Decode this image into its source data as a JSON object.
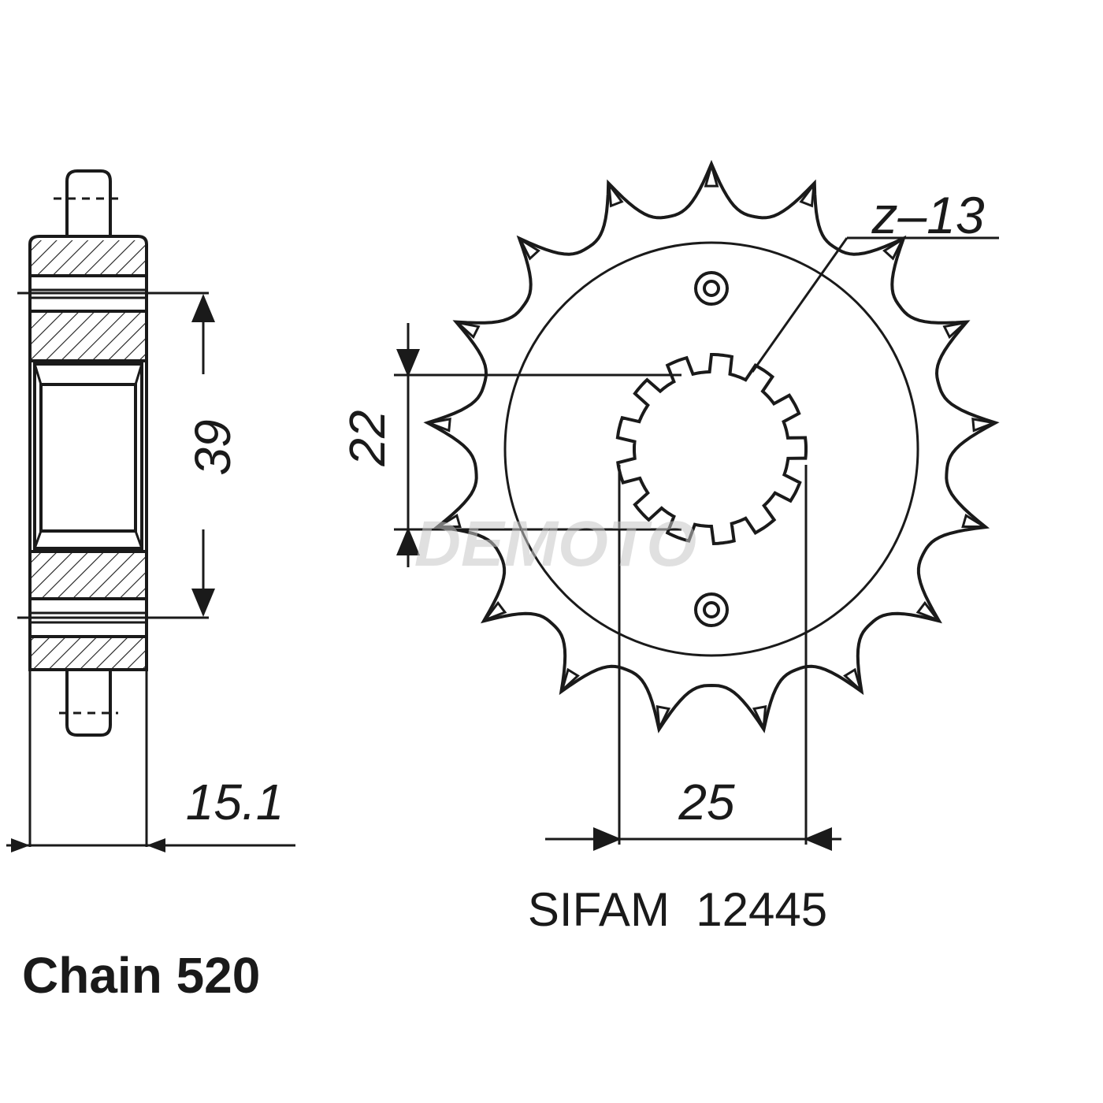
{
  "drawing": {
    "teeth_label": "z–13",
    "dim_width": "15.1",
    "dim_hub": "39",
    "dim_spline_inner": "22",
    "dim_spline_outer": "25",
    "part_ref": "SIFAM  12445",
    "chain_label": "Chain 520",
    "watermark": "DEMOTO",
    "teeth_count": 17,
    "spline_count": 13,
    "ink_color": "#1a1a1a"
  }
}
